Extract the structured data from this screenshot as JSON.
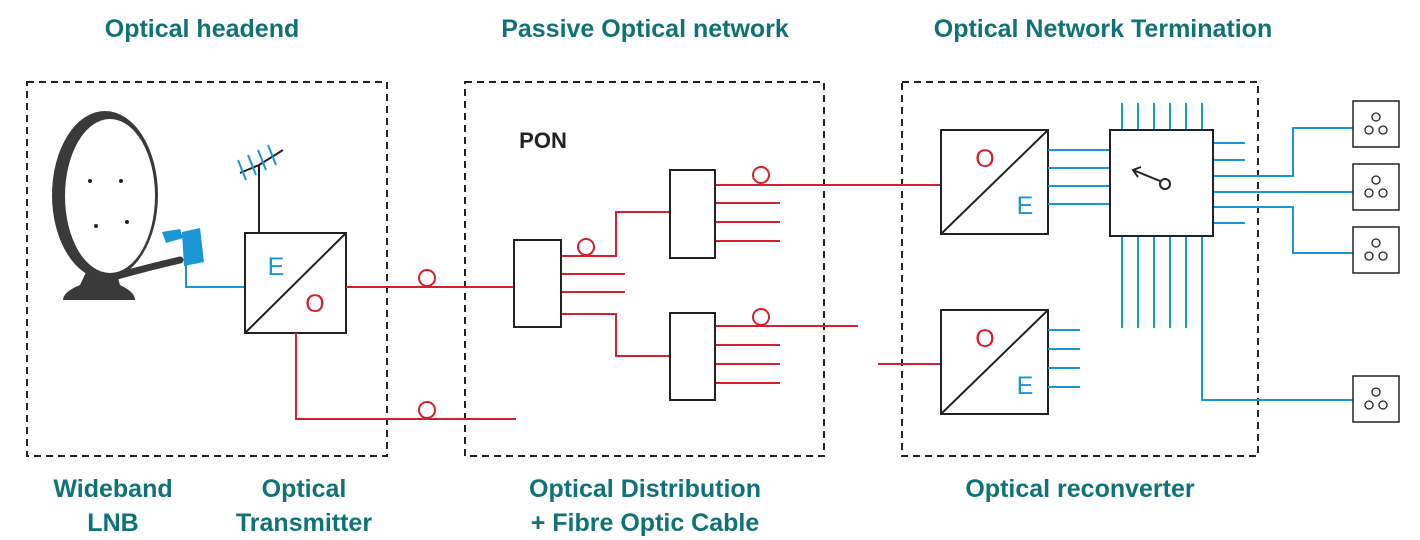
{
  "colors": {
    "teal": "#0f7276",
    "red": "#d3202f",
    "blue": "#1a96d4",
    "dark": "#222222"
  },
  "headers": {
    "headend": "Optical headend",
    "pon_network": "Passive Optical network",
    "ont": "Optical Network Termination"
  },
  "pon_label": "PON",
  "converters": {
    "e": "E",
    "o": "O"
  },
  "footers": {
    "lnb_l1": "Wideband",
    "lnb_l2": "LNB",
    "tx_l1": "Optical",
    "tx_l2": "Transmitter",
    "dist_l1": "Optical Distribution",
    "dist_l2": "+ Fibre Optic Cable",
    "reconv": "Optical reconverter"
  },
  "icons": [
    "satellite-dish-icon",
    "antenna-icon",
    "wall-socket-icon",
    "switch-icon"
  ]
}
